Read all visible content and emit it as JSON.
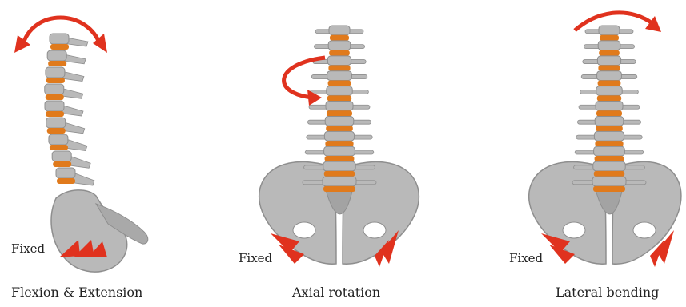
{
  "panels": [
    {
      "caption": "Flexion & Extension",
      "fixed_label": "Fixed",
      "arrow_type": "bidirectional-arc"
    },
    {
      "caption": "Axial rotation",
      "fixed_label": "Fixed",
      "arrow_type": "circular"
    },
    {
      "caption": "Lateral bending",
      "fixed_label": "Fixed",
      "arrow_type": "arc"
    }
  ],
  "colors": {
    "bone": "#b9b9b9",
    "bone_dark": "#8e8e8e",
    "disc": "#e07a1c",
    "arrow": "#e0321e"
  }
}
